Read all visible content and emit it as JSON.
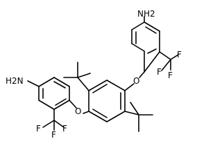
{
  "molecule": {
    "atoms": {
      "amine_right": "NH2",
      "amine_left": "H2N",
      "ether_o_right": "O",
      "ether_o_left": "O",
      "cf3_right": [
        "F",
        "F",
        "F"
      ],
      "cf3_left": [
        "F",
        "F",
        "F"
      ]
    },
    "colors": {
      "bond": "#000000",
      "label": "#000000",
      "background": "#ffffff"
    }
  }
}
